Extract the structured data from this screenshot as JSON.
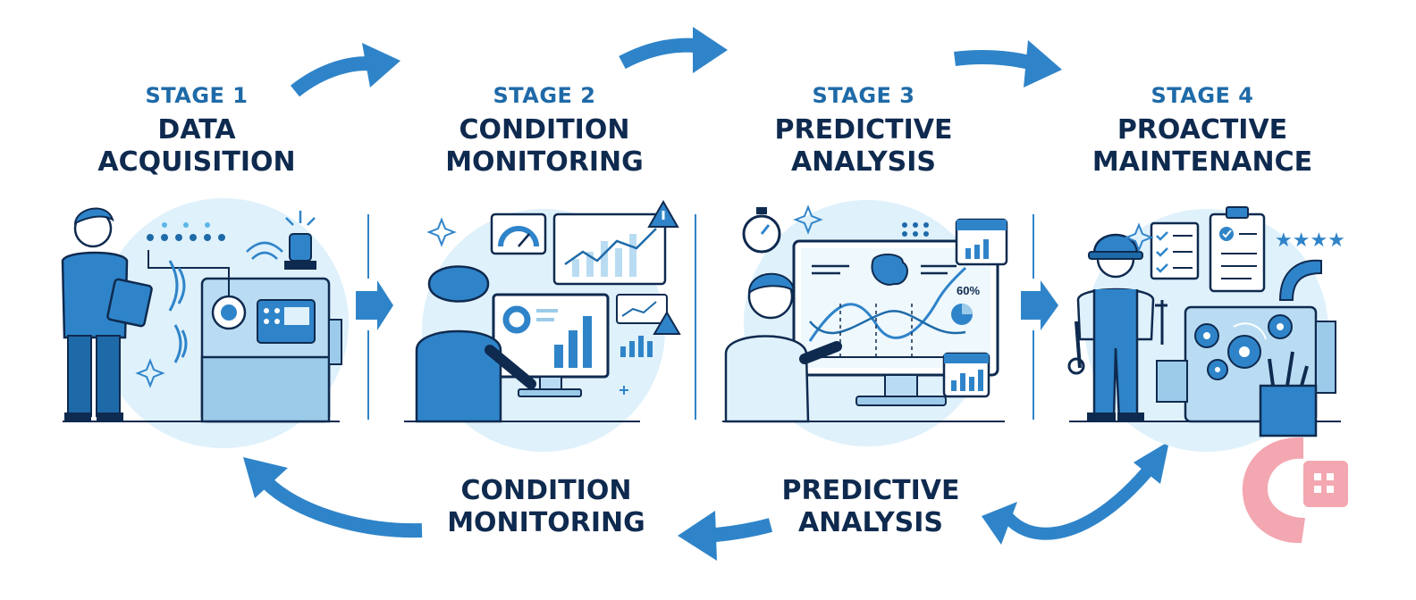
{
  "stages": [
    {
      "number": "STAGE 1",
      "line1": "DATA",
      "line2": "ACQUISITION"
    },
    {
      "number": "STAGE 2",
      "line1": "CONDITION",
      "line2": "MONITORING"
    },
    {
      "number": "STAGE 3",
      "line1": "PREDICTIVE",
      "line2": "ANALYSIS"
    },
    {
      "number": "STAGE 4",
      "line1": "PROACTIVE",
      "line2": "MAINTENANCE"
    }
  ],
  "bottom_labels": [
    {
      "line1": "CONDITION",
      "line2": "MONITORING"
    },
    {
      "line1": "PREDICTIVE",
      "line2": "ANALYSIS"
    }
  ],
  "analysis_screen": {
    "percent": "60%"
  },
  "rating": {
    "stars": 4
  },
  "colors": {
    "primary": "#2f84c9",
    "dark_navy": "#0f2a4f",
    "accent_blue": "#1e6aa8",
    "light_bg": "#dff1fb",
    "watermark": "#f08a96"
  }
}
